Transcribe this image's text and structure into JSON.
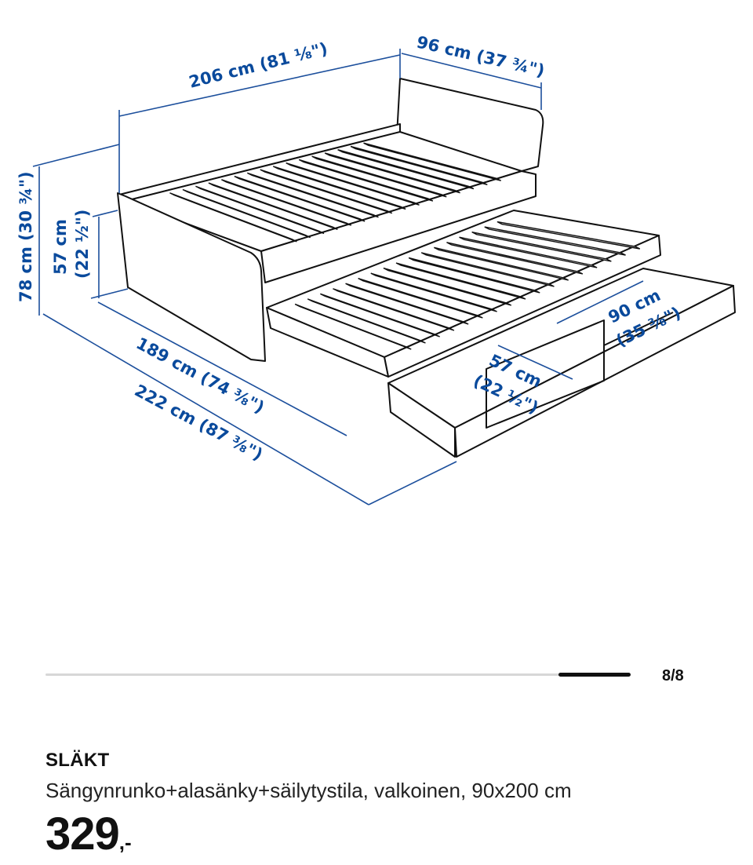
{
  "diagram": {
    "dimensions": {
      "width_top": "206 cm (81 ⅛\")",
      "depth_top": "96 cm (37 ¾\")",
      "total_height": "78 cm (30 ¾\")",
      "bed_height": "57 cm",
      "bed_height_in": "(22 ½\")",
      "trundle_length": "189 cm (74 ⅜\")",
      "total_length": "222 cm (87 ⅜\")",
      "drawer_depth": "57 cm",
      "drawer_depth_in": "(22 ½\")",
      "drawer_width": "90 cm",
      "drawer_width_in": "(35 ⅜\")"
    },
    "colors": {
      "dimension": "#0a4a9c",
      "outline": "#111111"
    }
  },
  "gallery": {
    "counter": "8/8",
    "current": 8,
    "total": 8
  },
  "product": {
    "name": "SLÄKT",
    "description": "Sängynrunko+alasänky+säilytystila, valkoinen, 90x200 cm",
    "price": "329",
    "price_suffix": ",-"
  }
}
